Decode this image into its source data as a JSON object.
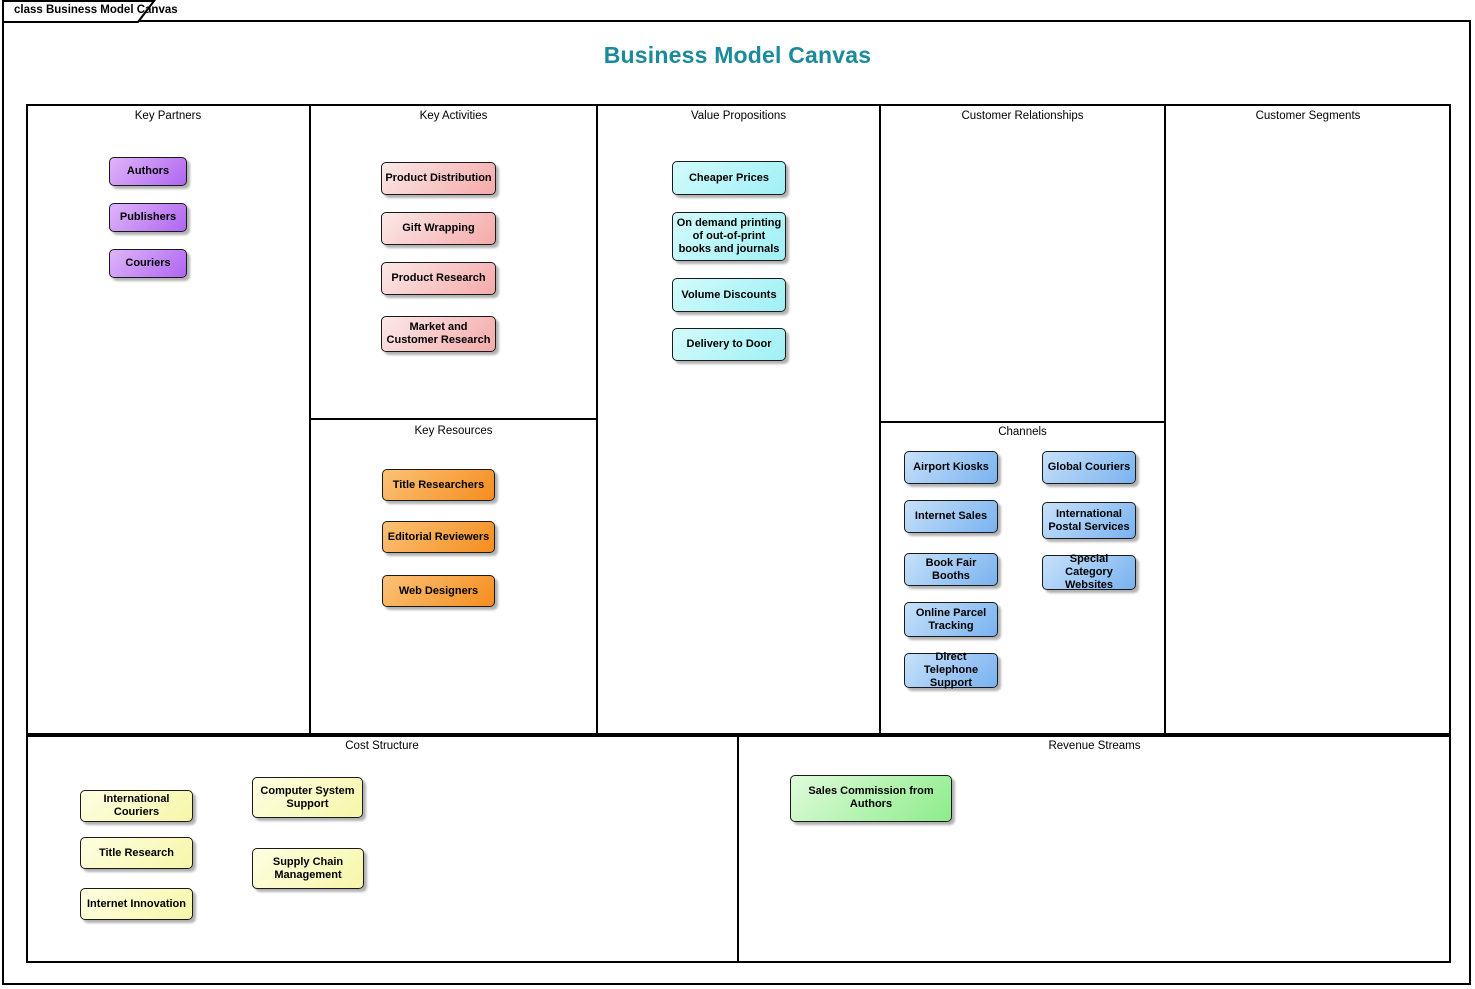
{
  "frame": {
    "tab_label": "class Business Model Canvas",
    "title": "Business Model Canvas"
  },
  "sections": {
    "key_partners": {
      "label": "Key Partners",
      "items": [
        "Authors",
        "Publishers",
        "Couriers"
      ]
    },
    "key_activities": {
      "label": "Key Activities",
      "items": [
        "Product Distribution",
        "Gift Wrapping",
        "Product Research",
        "Market and Customer Research"
      ]
    },
    "key_resources": {
      "label": "Key Resources",
      "items": [
        "Title Researchers",
        "Editorial Reviewers",
        "Web Designers"
      ]
    },
    "value_propositions": {
      "label": "Value Propositions",
      "items": [
        "Cheaper Prices",
        "On demand printing of out-of-print books and journals",
        "Volume Discounts",
        "Delivery to Door"
      ]
    },
    "customer_relationships": {
      "label": "Customer Relationships",
      "items": []
    },
    "channels": {
      "label": "Channels",
      "items": [
        "Airport Kiosks",
        "Internet Sales",
        "Book Fair Booths",
        "Online Parcel Tracking",
        "Direct Telephone Support",
        "Global Couriers",
        "International Postal Services",
        "Special Category Websites"
      ]
    },
    "customer_segments": {
      "label": "Customer Segments",
      "items": []
    },
    "cost_structure": {
      "label": "Cost Structure",
      "items": [
        "International Couriers",
        "Title Research",
        "Internet Innovation",
        "Computer System Support",
        "Supply Chain Management"
      ]
    },
    "revenue_streams": {
      "label": "Revenue Streams",
      "items": [
        "Sales Commission from Authors"
      ]
    }
  },
  "colors": {
    "title": "#1B8B9B",
    "purple_light": "#DFB5F9",
    "purple_dark": "#AF65F0",
    "pink_light": "#FBE9E8",
    "pink_dark": "#F5A9A9",
    "cyan_light": "#D3FBFC",
    "cyan_dark": "#9FF0F5",
    "orange_light": "#FBC277",
    "orange_dark": "#F58D1E",
    "blue_light": "#C7E1FA",
    "blue_dark": "#79B2F0",
    "yellow_light": "#FEFEE2",
    "yellow_dark": "#F6F7A9",
    "green_light": "#DFFBDA",
    "green_dark": "#8DEC8B"
  }
}
